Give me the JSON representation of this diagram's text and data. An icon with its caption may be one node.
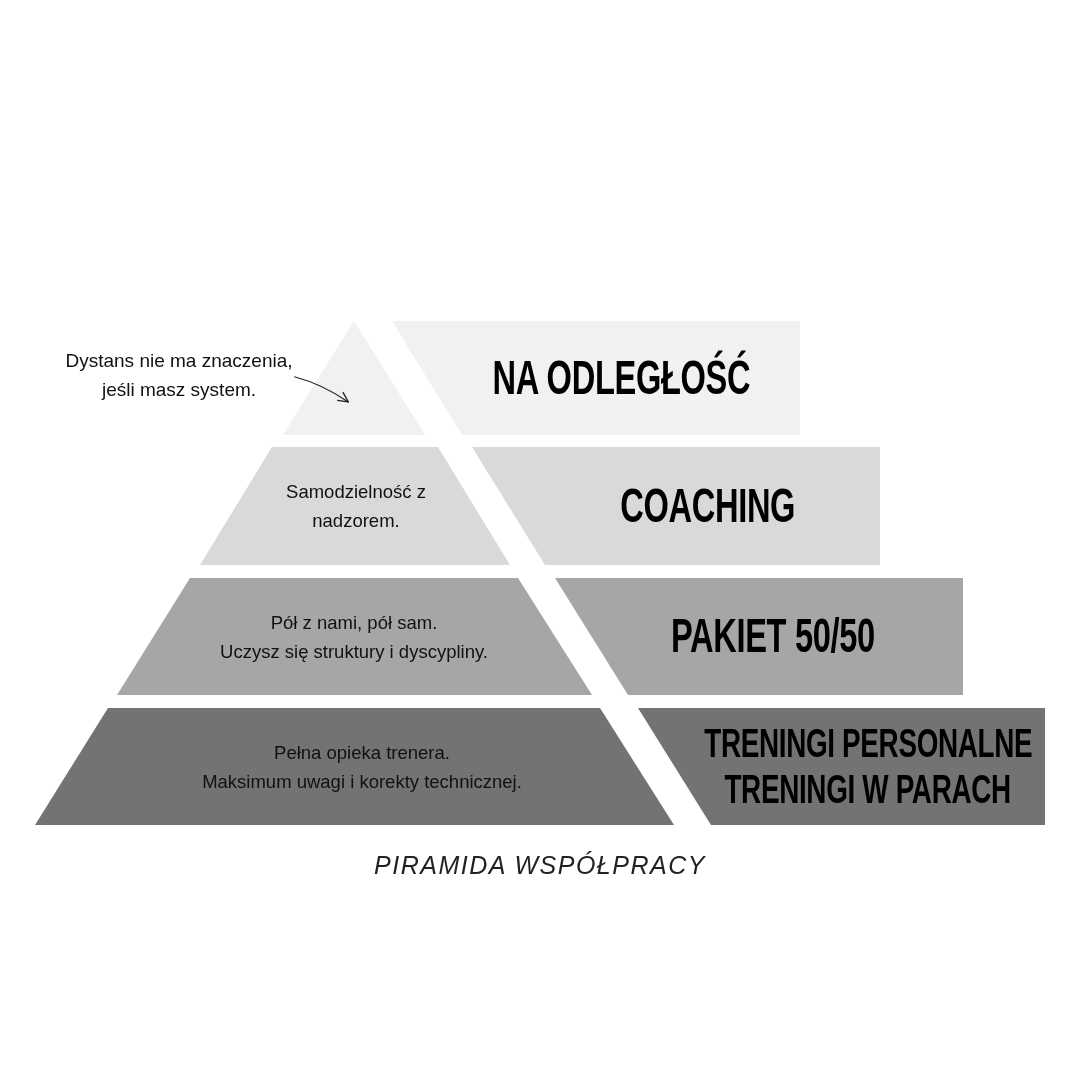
{
  "diagram": {
    "caption": "PIRAMIDA WSPÓŁPRACY",
    "nodes": [
      {
        "text": [
          "Dystans nie ma znaczenia, jeśli masz system."
        ]
      },
      {
        "text": [],
        "shape": "triangle"
      },
      {
        "text": [
          "NA ODLEGŁOŚĆ"
        ]
      },
      {
        "text": [
          "Samodzielność z nadzorem."
        ]
      },
      {
        "text": [
          "COACHING"
        ]
      },
      {
        "text": [
          "Pół z nami, pół sam.",
          "Uczysz się struktury i dyscypliny."
        ]
      },
      {
        "text": [
          "PAKIET 50/50"
        ]
      },
      {
        "text": [
          "Pełna opieka trenera.",
          "Maksimum uwagi i korekty technicznej."
        ]
      },
      {
        "text": [
          "TRENINGI PERSONALNE",
          "TRENINGI W PARACH"
        ]
      }
    ],
    "edges": [
      {
        "from": 0,
        "to": 1,
        "arrow": "to"
      }
    ]
  }
}
